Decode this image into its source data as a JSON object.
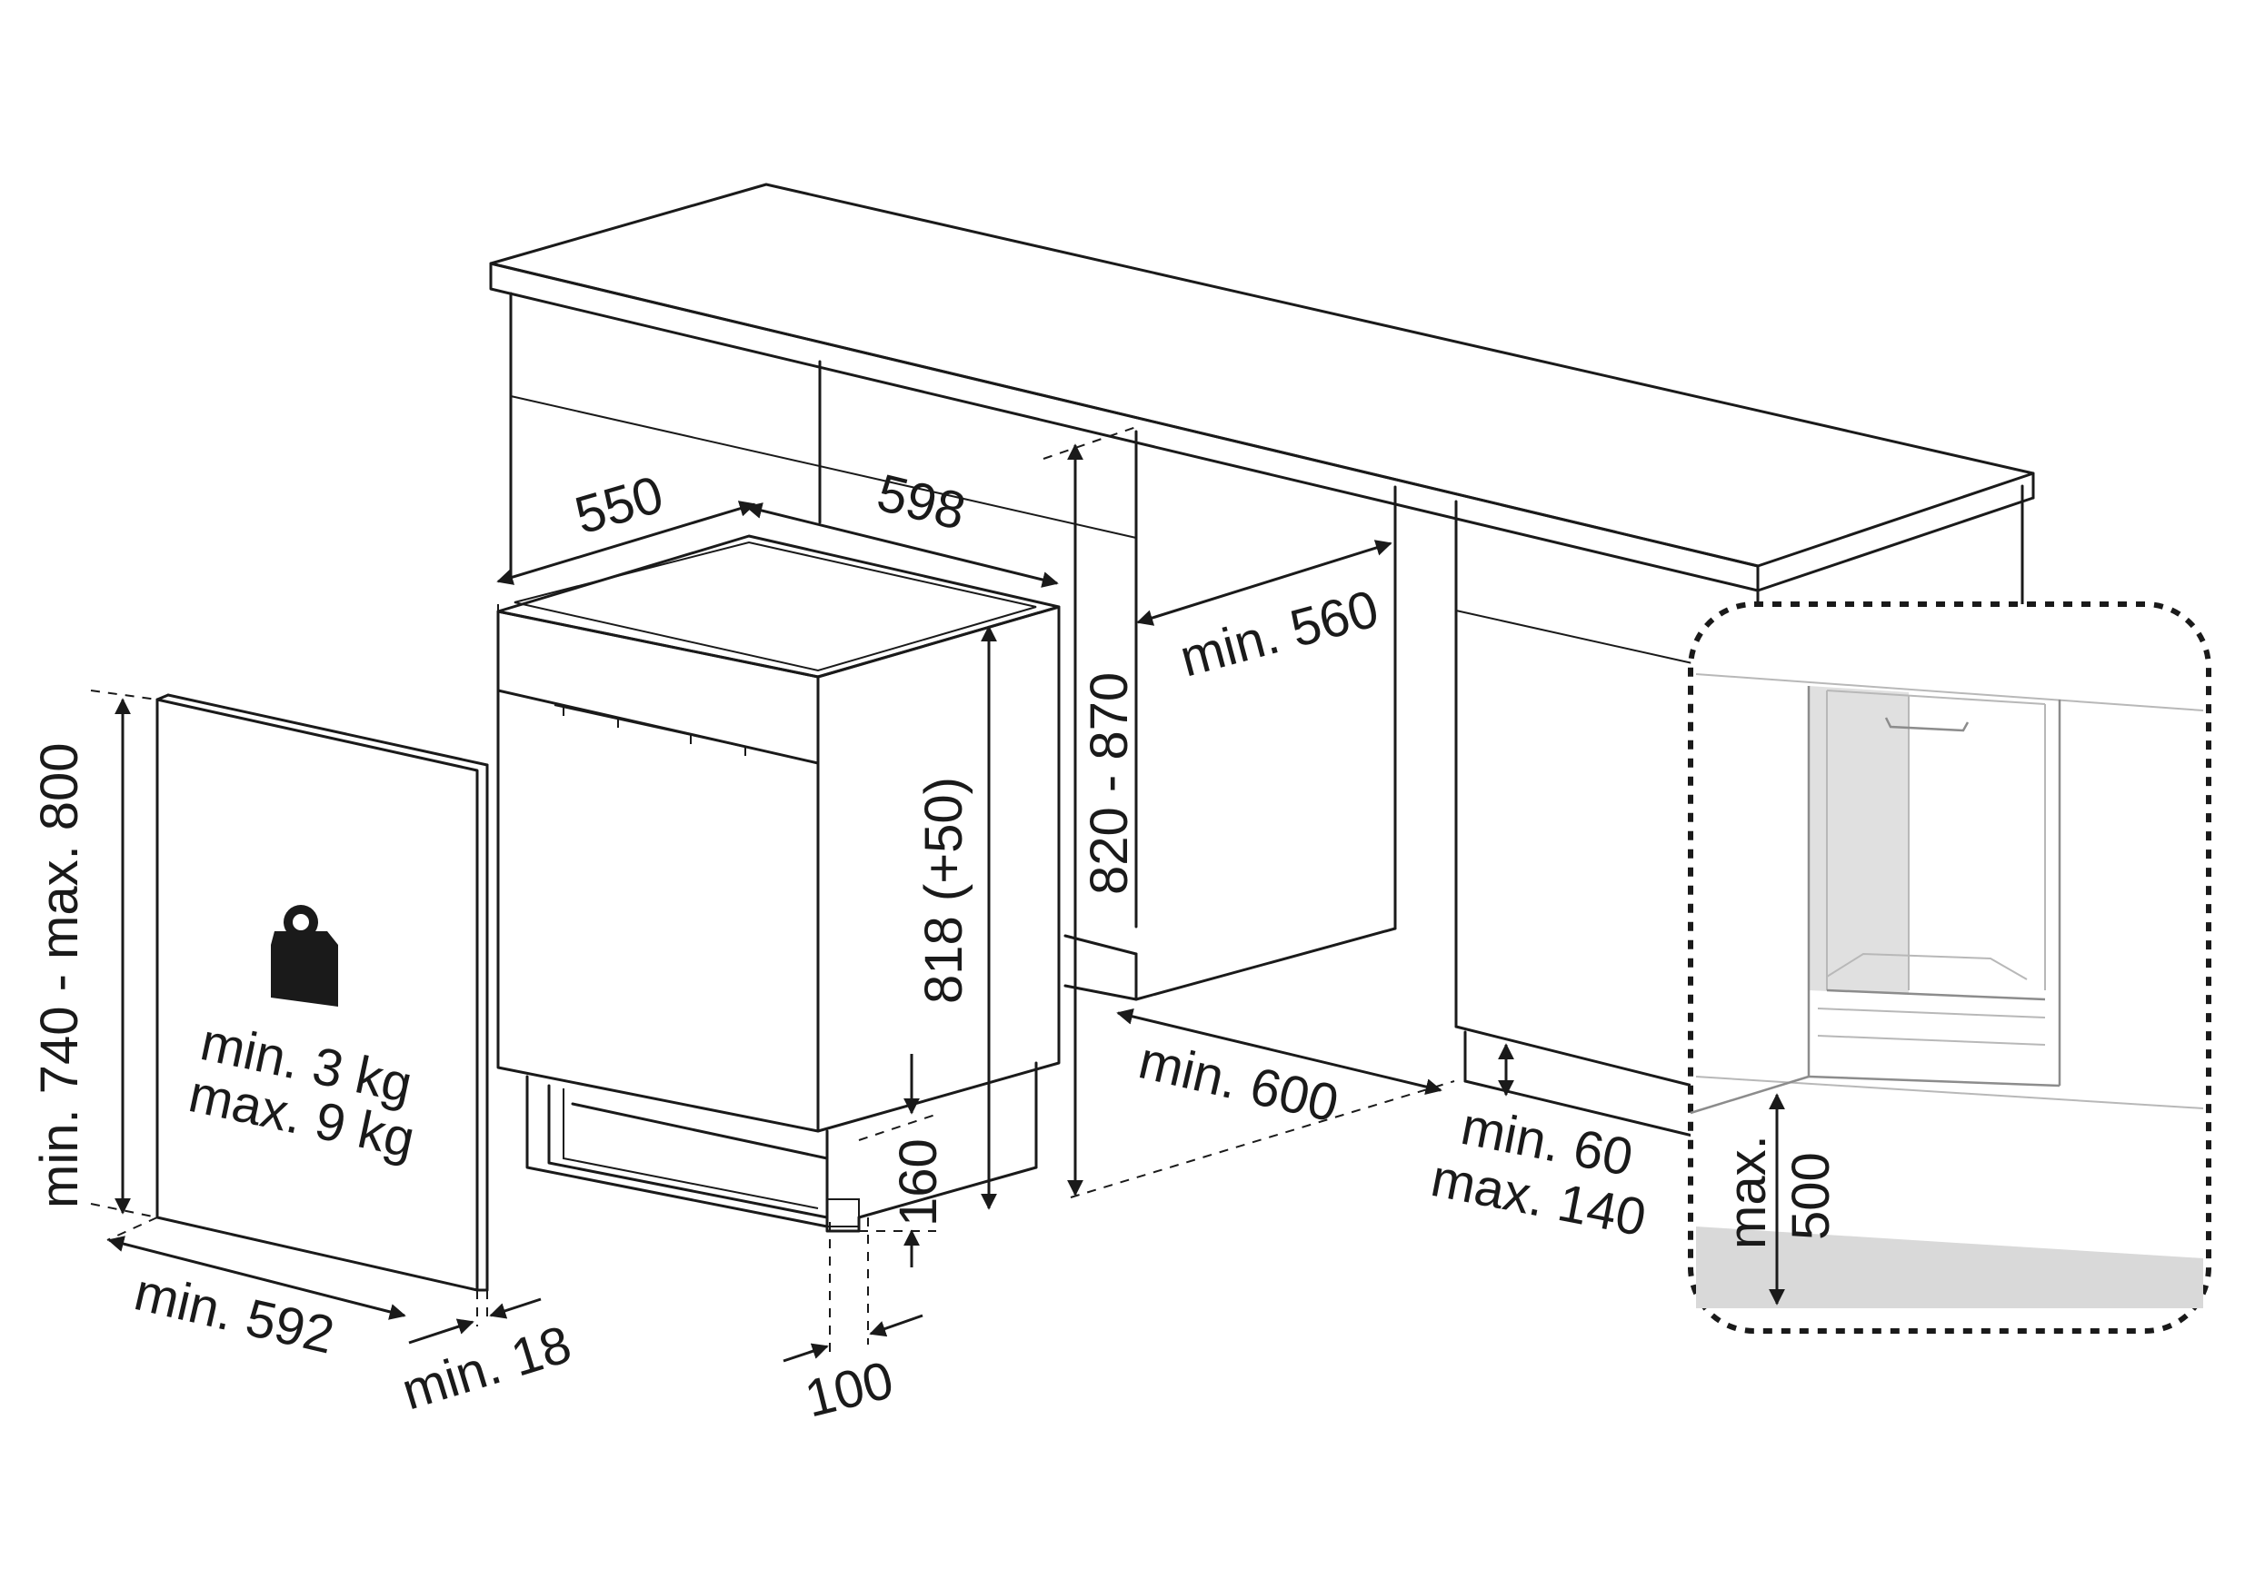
{
  "labels": {
    "depth_550": "550",
    "width_598": "598",
    "min_560": "min. 560",
    "niche_height": "820 - 870",
    "appliance_height": "818 (+50)",
    "min_600": "min. 600",
    "plinth_min": "min. 60",
    "plinth_max": "max. 140",
    "plinth_160": "160",
    "depth_100": "100",
    "panel_height": "min. 740 - max. 800",
    "panel_weight_min": "min. 3 kg",
    "panel_weight_max": "max. 9 kg",
    "panel_width": "min. 592",
    "panel_thickness": "min. 18",
    "detail_max": "max.",
    "detail_500": "500"
  },
  "icons": {
    "weight": "weight-icon"
  },
  "colors": {
    "line": "#1a1a1a",
    "detail_shade": "#d9d9d9"
  }
}
